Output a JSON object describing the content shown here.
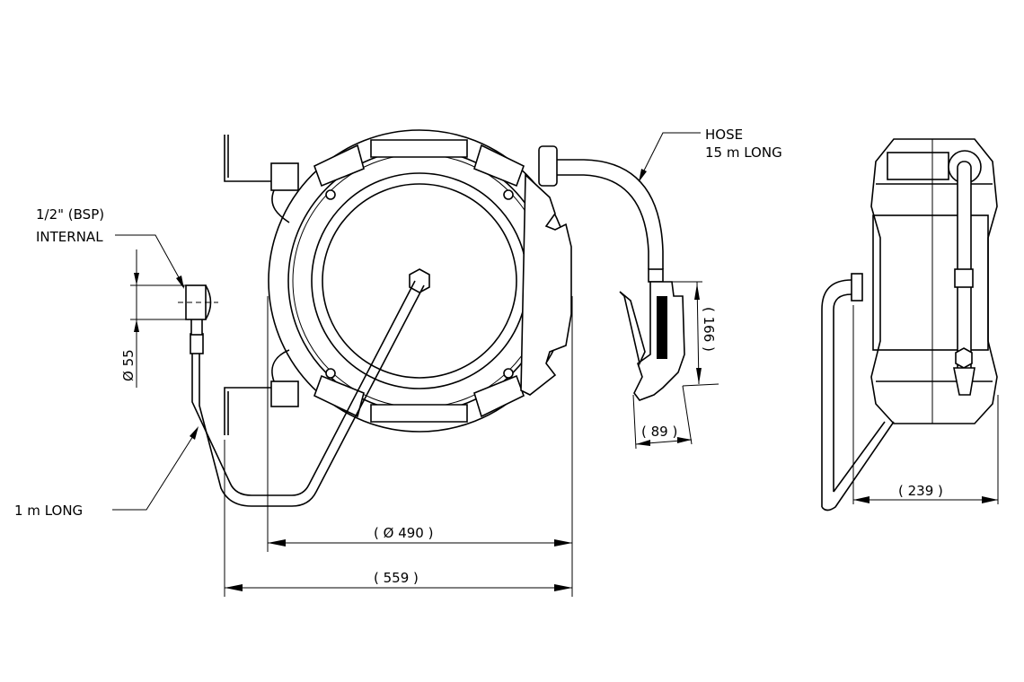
{
  "labels": {
    "fitting_line1": "1/2\" (BSP)",
    "fitting_line2": "INTERNAL",
    "inlet_hose": "1 m LONG",
    "hose_line1": "HOSE",
    "hose_line2": "15 m LONG"
  },
  "dimensions": {
    "fitting_diameter": "Ø 55",
    "reel_diameter": "( Ø 490 )",
    "overall_width": "( 559 )",
    "gun_height": "( 166 )",
    "gun_width": "( 89 )",
    "depth": "( 239 )"
  }
}
